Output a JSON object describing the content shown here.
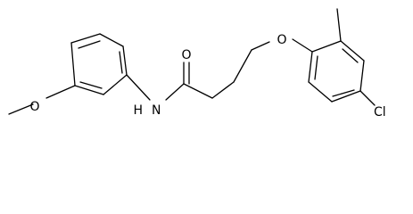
{
  "molecule": {
    "atom_labels": {
      "methoxy_oxygen": "O",
      "amide_nitrogen": "N",
      "amide_hydrogen": "H",
      "carbonyl_oxygen": "O",
      "ether_oxygen": "O",
      "chlorine": "Cl"
    }
  }
}
